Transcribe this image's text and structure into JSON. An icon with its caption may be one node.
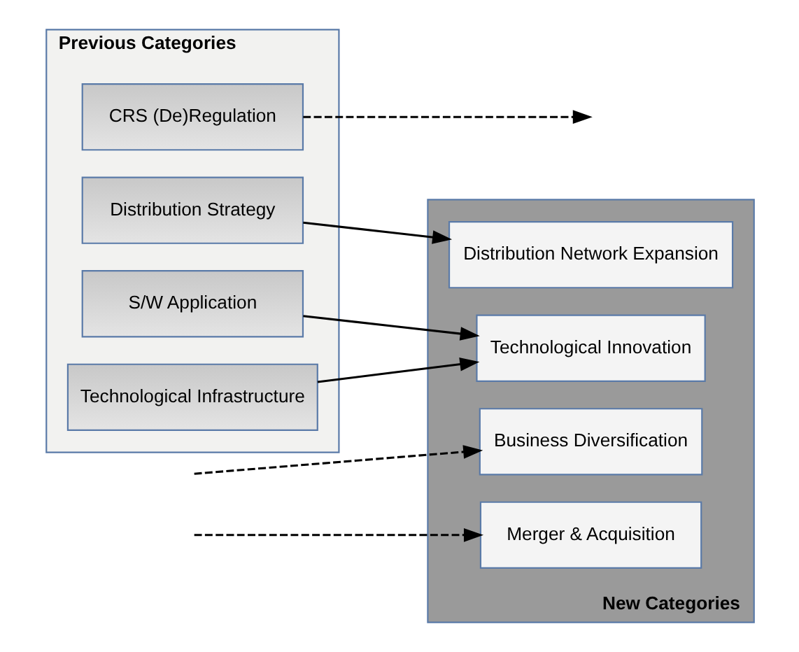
{
  "diagram": {
    "nodes": [
      {
        "text": [
          "Previous Categories"
        ]
      },
      {
        "text": [
          "CRS (De)Regulation"
        ],
        "in": 0
      },
      {
        "text": [
          "Distribution Strategy"
        ],
        "in": 0
      },
      {
        "text": [
          "S/W Application"
        ],
        "in": 0
      },
      {
        "text": [
          "Technological Infrastructure"
        ],
        "in": 0
      },
      {
        "text": [
          "New Categories"
        ]
      },
      {
        "text": [
          "Distribution Network Expansion"
        ],
        "in": 5
      },
      {
        "text": [
          "Technological Innovation"
        ],
        "in": 5
      },
      {
        "text": [
          "Business Diversification"
        ],
        "in": 5
      },
      {
        "text": [
          "Merger & Acquisition"
        ],
        "in": 5
      }
    ],
    "edges": [
      {
        "from": 1,
        "to": null,
        "arrow": "to",
        "style": "dashed"
      },
      {
        "from": 2,
        "to": 6,
        "arrow": "to"
      },
      {
        "from": 3,
        "to": 7,
        "arrow": "to"
      },
      {
        "from": 4,
        "to": 7,
        "arrow": "to"
      },
      {
        "from": null,
        "to": 8,
        "arrow": "to",
        "style": "dashed"
      },
      {
        "from": null,
        "to": 9,
        "arrow": "to",
        "style": "dashed"
      }
    ]
  }
}
